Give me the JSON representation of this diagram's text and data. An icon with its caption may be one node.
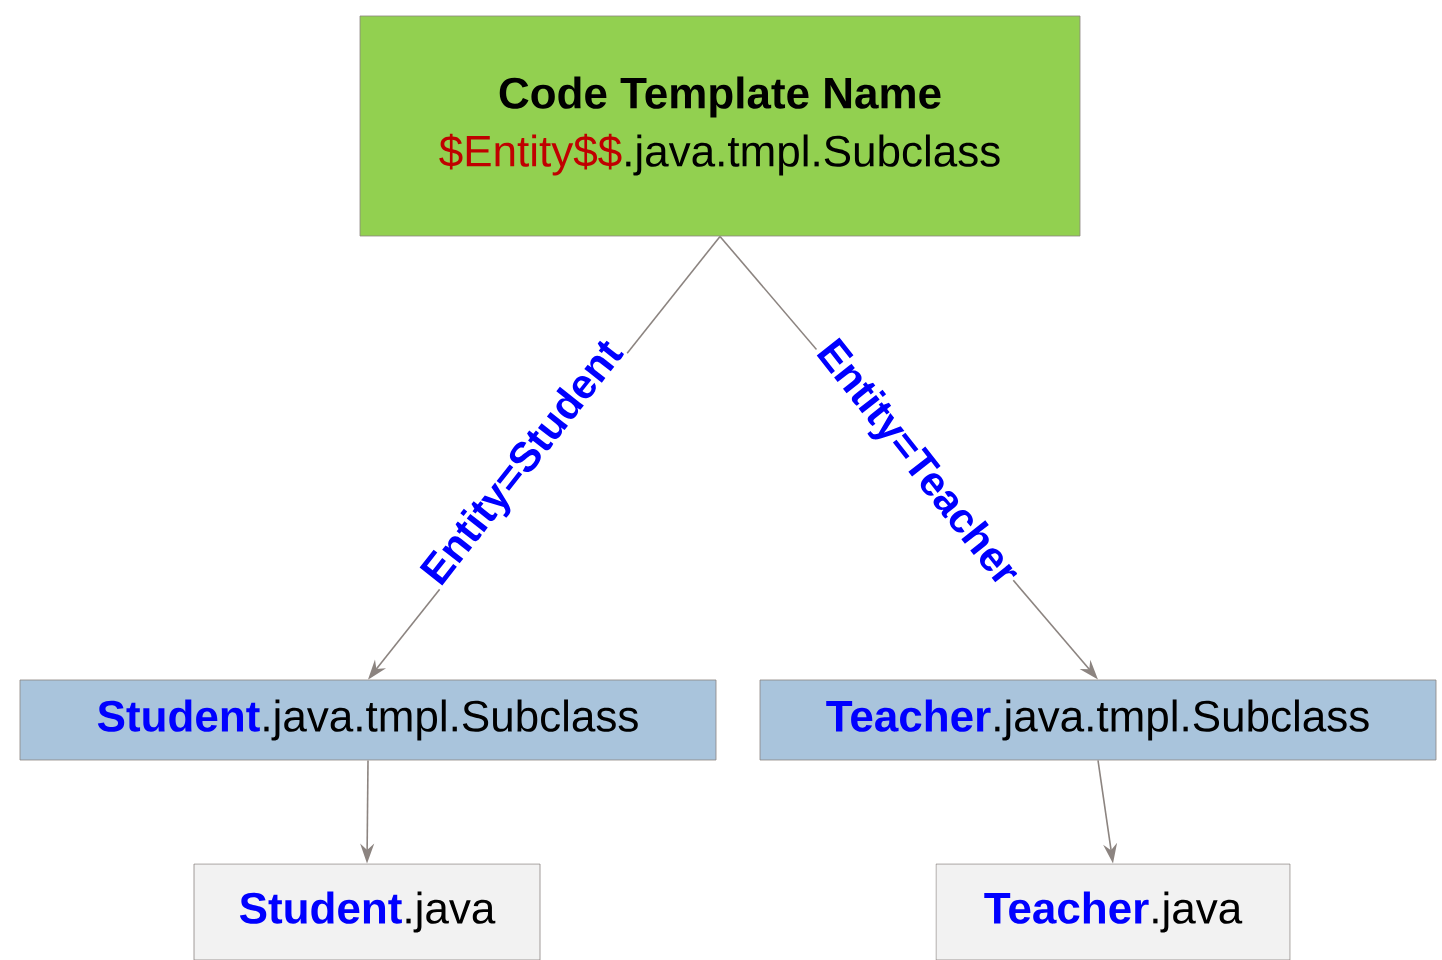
{
  "diagram": {
    "nodes": [
      {
        "text": [
          "Code Template Name",
          "$Entity$$",
          ".java.tmpl.Subclass"
        ]
      },
      {
        "text": [
          "Student",
          ".java.tmpl.Subclass"
        ]
      },
      {
        "text": [
          "Teacher",
          ".java.tmpl.Subclass"
        ]
      },
      {
        "text": [
          "Student",
          ".java"
        ]
      },
      {
        "text": [
          "Teacher",
          ".java"
        ]
      }
    ],
    "edges": [
      {
        "from": 0,
        "to": 1,
        "arrow": "to",
        "label": "Entity=Student"
      },
      {
        "from": 0,
        "to": 2,
        "arrow": "to",
        "label": "Entity=Teacher"
      },
      {
        "from": 1,
        "to": 3,
        "arrow": "to"
      },
      {
        "from": 2,
        "to": 4,
        "arrow": "to"
      }
    ]
  }
}
